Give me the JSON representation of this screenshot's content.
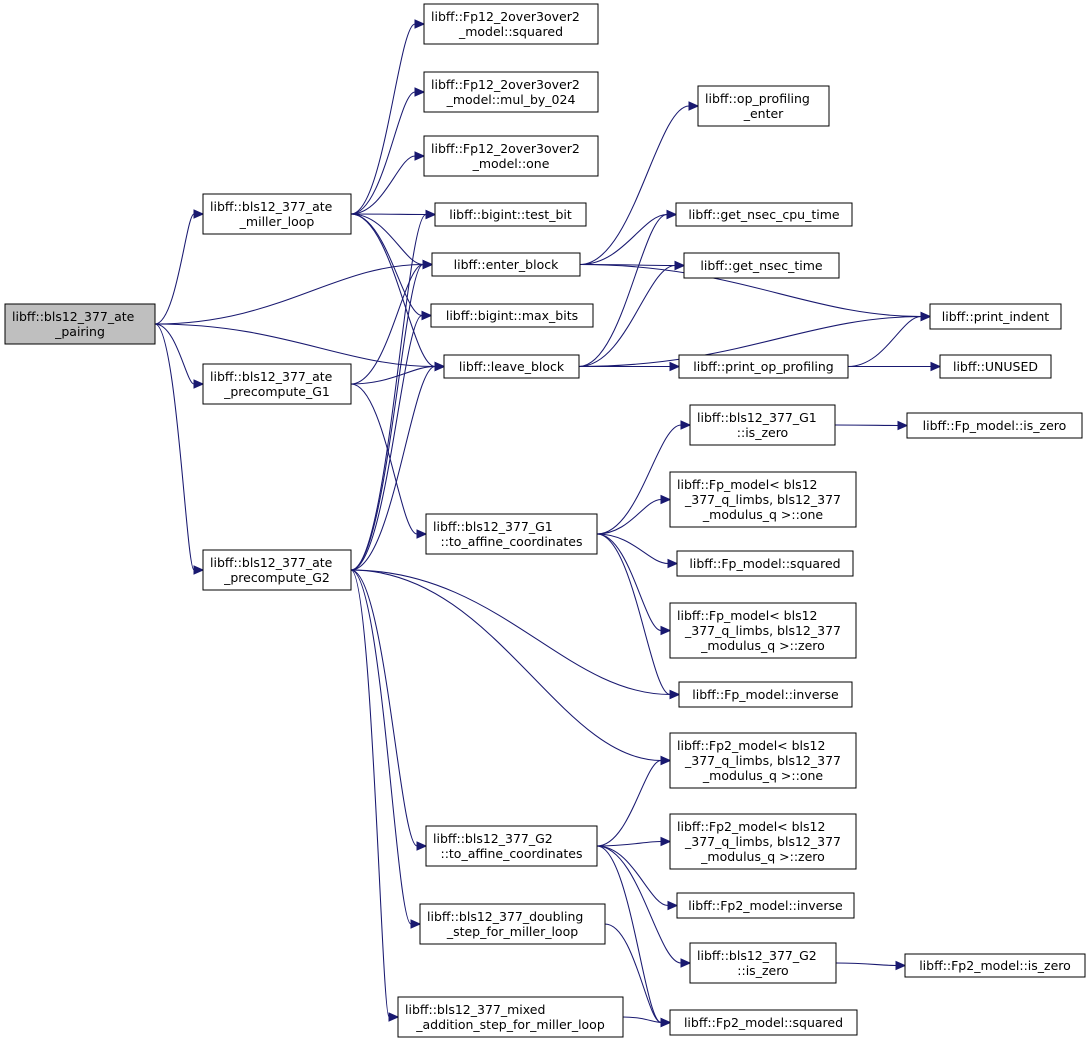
{
  "nodes": [
    {
      "id": "pairing",
      "lines": [
        "libff::bls12_377_ate",
        "_pairing"
      ],
      "root": true
    },
    {
      "id": "miller_loop",
      "lines": [
        "libff::bls12_377_ate",
        "_miller_loop"
      ]
    },
    {
      "id": "precompute_G1",
      "lines": [
        "libff::bls12_377_ate",
        "_precompute_G1"
      ]
    },
    {
      "id": "precompute_G2",
      "lines": [
        "libff::bls12_377_ate",
        "_precompute_G2"
      ]
    },
    {
      "id": "fp12_squared",
      "lines": [
        "libff::Fp12_2over3over2",
        "_model::squared"
      ]
    },
    {
      "id": "fp12_mul_by_024",
      "lines": [
        "libff::Fp12_2over3over2",
        "_model::mul_by_024"
      ]
    },
    {
      "id": "fp12_one",
      "lines": [
        "libff::Fp12_2over3over2",
        "_model::one"
      ]
    },
    {
      "id": "bigint_test_bit",
      "lines": [
        "libff::bigint::test_bit"
      ]
    },
    {
      "id": "enter_block",
      "lines": [
        "libff::enter_block"
      ]
    },
    {
      "id": "bigint_max_bits",
      "lines": [
        "libff::bigint::max_bits"
      ]
    },
    {
      "id": "leave_block",
      "lines": [
        "libff::leave_block"
      ]
    },
    {
      "id": "op_profiling_enter",
      "lines": [
        "libff::op_profiling",
        "_enter"
      ]
    },
    {
      "id": "get_nsec_cpu_time",
      "lines": [
        "libff::get_nsec_cpu_time"
      ]
    },
    {
      "id": "get_nsec_time",
      "lines": [
        "libff::get_nsec_time"
      ]
    },
    {
      "id": "print_indent",
      "lines": [
        "libff::print_indent"
      ]
    },
    {
      "id": "print_op_profiling",
      "lines": [
        "libff::print_op_profiling"
      ]
    },
    {
      "id": "unused",
      "lines": [
        "libff::UNUSED"
      ]
    },
    {
      "id": "g1_is_zero",
      "lines": [
        "libff::bls12_377_G1",
        "::is_zero"
      ]
    },
    {
      "id": "fp_is_zero",
      "lines": [
        "libff::Fp_model::is_zero"
      ]
    },
    {
      "id": "fp_one",
      "lines": [
        "libff::Fp_model< bls12",
        "_377_q_limbs, bls12_377",
        "_modulus_q >::one"
      ]
    },
    {
      "id": "g1_to_affine",
      "lines": [
        "libff::bls12_377_G1",
        "::to_affine_coordinates"
      ]
    },
    {
      "id": "fp_squared",
      "lines": [
        "libff::Fp_model::squared"
      ]
    },
    {
      "id": "fp_zero",
      "lines": [
        "libff::Fp_model< bls12",
        "_377_q_limbs, bls12_377",
        "_modulus_q >::zero"
      ]
    },
    {
      "id": "fp_inverse",
      "lines": [
        "libff::Fp_model::inverse"
      ]
    },
    {
      "id": "fp2_one",
      "lines": [
        "libff::Fp2_model< bls12",
        "_377_q_limbs, bls12_377",
        "_modulus_q >::one"
      ]
    },
    {
      "id": "g2_to_affine",
      "lines": [
        "libff::bls12_377_G2",
        "::to_affine_coordinates"
      ]
    },
    {
      "id": "fp2_zero",
      "lines": [
        "libff::Fp2_model< bls12",
        "_377_q_limbs, bls12_377",
        "_modulus_q >::zero"
      ]
    },
    {
      "id": "fp2_inverse",
      "lines": [
        "libff::Fp2_model::inverse"
      ]
    },
    {
      "id": "doubling_step",
      "lines": [
        "libff::bls12_377_doubling",
        "_step_for_miller_loop"
      ]
    },
    {
      "id": "g2_is_zero",
      "lines": [
        "libff::bls12_377_G2",
        "::is_zero"
      ]
    },
    {
      "id": "fp2_is_zero",
      "lines": [
        "libff::Fp2_model::is_zero"
      ]
    },
    {
      "id": "mixed_addition_step",
      "lines": [
        "libff::bls12_377_mixed",
        "_addition_step_for_miller_loop"
      ]
    },
    {
      "id": "fp2_squared",
      "lines": [
        "libff::Fp2_model::squared"
      ]
    }
  ],
  "edges": [
    [
      "pairing",
      "miller_loop"
    ],
    [
      "pairing",
      "enter_block"
    ],
    [
      "pairing",
      "leave_block"
    ],
    [
      "pairing",
      "precompute_G1"
    ],
    [
      "pairing",
      "precompute_G2"
    ],
    [
      "miller_loop",
      "fp12_squared"
    ],
    [
      "miller_loop",
      "fp12_mul_by_024"
    ],
    [
      "miller_loop",
      "fp12_one"
    ],
    [
      "miller_loop",
      "bigint_test_bit"
    ],
    [
      "miller_loop",
      "enter_block"
    ],
    [
      "miller_loop",
      "bigint_max_bits"
    ],
    [
      "miller_loop",
      "leave_block"
    ],
    [
      "precompute_G1",
      "enter_block"
    ],
    [
      "precompute_G1",
      "leave_block"
    ],
    [
      "precompute_G1",
      "g1_to_affine"
    ],
    [
      "precompute_G2",
      "bigint_test_bit"
    ],
    [
      "precompute_G2",
      "enter_block"
    ],
    [
      "precompute_G2",
      "bigint_max_bits"
    ],
    [
      "precompute_G2",
      "leave_block"
    ],
    [
      "precompute_G2",
      "fp_inverse"
    ],
    [
      "precompute_G2",
      "fp2_one"
    ],
    [
      "precompute_G2",
      "g2_to_affine"
    ],
    [
      "precompute_G2",
      "doubling_step"
    ],
    [
      "precompute_G2",
      "mixed_addition_step"
    ],
    [
      "enter_block",
      "op_profiling_enter"
    ],
    [
      "enter_block",
      "get_nsec_cpu_time"
    ],
    [
      "enter_block",
      "get_nsec_time"
    ],
    [
      "enter_block",
      "print_indent"
    ],
    [
      "leave_block",
      "get_nsec_cpu_time"
    ],
    [
      "leave_block",
      "get_nsec_time"
    ],
    [
      "leave_block",
      "print_indent"
    ],
    [
      "leave_block",
      "print_op_profiling"
    ],
    [
      "print_op_profiling",
      "print_indent"
    ],
    [
      "print_op_profiling",
      "unused"
    ],
    [
      "g1_to_affine",
      "g1_is_zero"
    ],
    [
      "g1_to_affine",
      "fp_one"
    ],
    [
      "g1_to_affine",
      "fp_squared"
    ],
    [
      "g1_to_affine",
      "fp_zero"
    ],
    [
      "g1_to_affine",
      "fp_inverse"
    ],
    [
      "g1_is_zero",
      "fp_is_zero"
    ],
    [
      "g2_to_affine",
      "fp2_one"
    ],
    [
      "g2_to_affine",
      "fp2_zero"
    ],
    [
      "g2_to_affine",
      "fp2_inverse"
    ],
    [
      "g2_to_affine",
      "g2_is_zero"
    ],
    [
      "g2_to_affine",
      "fp2_squared"
    ],
    [
      "g2_is_zero",
      "fp2_is_zero"
    ],
    [
      "doubling_step",
      "fp2_squared"
    ],
    [
      "mixed_addition_step",
      "fp2_squared"
    ]
  ]
}
